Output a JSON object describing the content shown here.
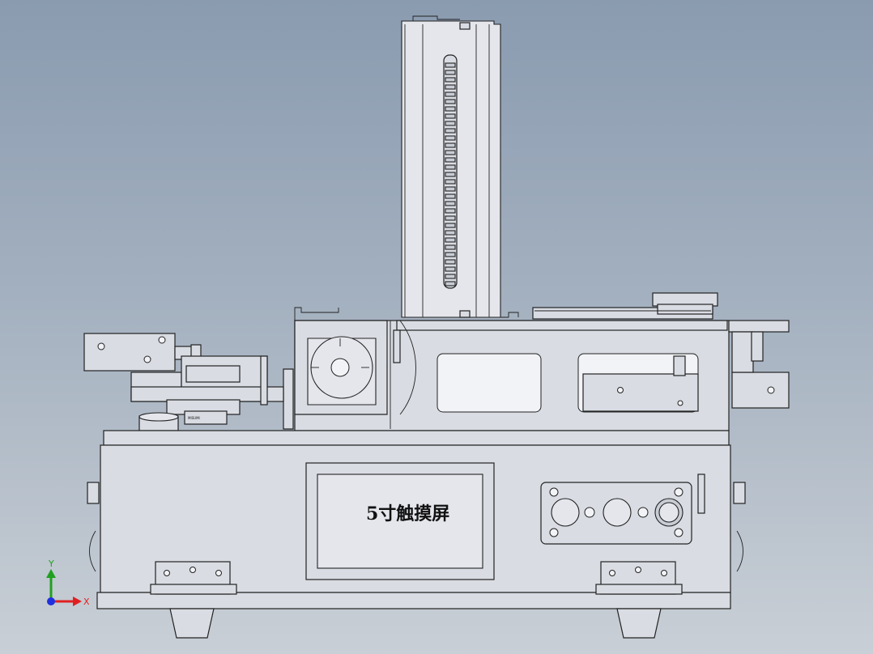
{
  "drawing": {
    "screen_label": "5寸触摸屏",
    "rail_block_label": "MISUMI",
    "triad": {
      "x_label": "X",
      "y_label": "Y",
      "x_color": "#e02020",
      "y_color": "#20a020",
      "z_color": "#2030e0"
    },
    "colors": {
      "background_top": "#8a9bb0",
      "background_bottom": "#c9cfd6",
      "part_fill": "#d9dce3",
      "line": "#222222"
    }
  }
}
